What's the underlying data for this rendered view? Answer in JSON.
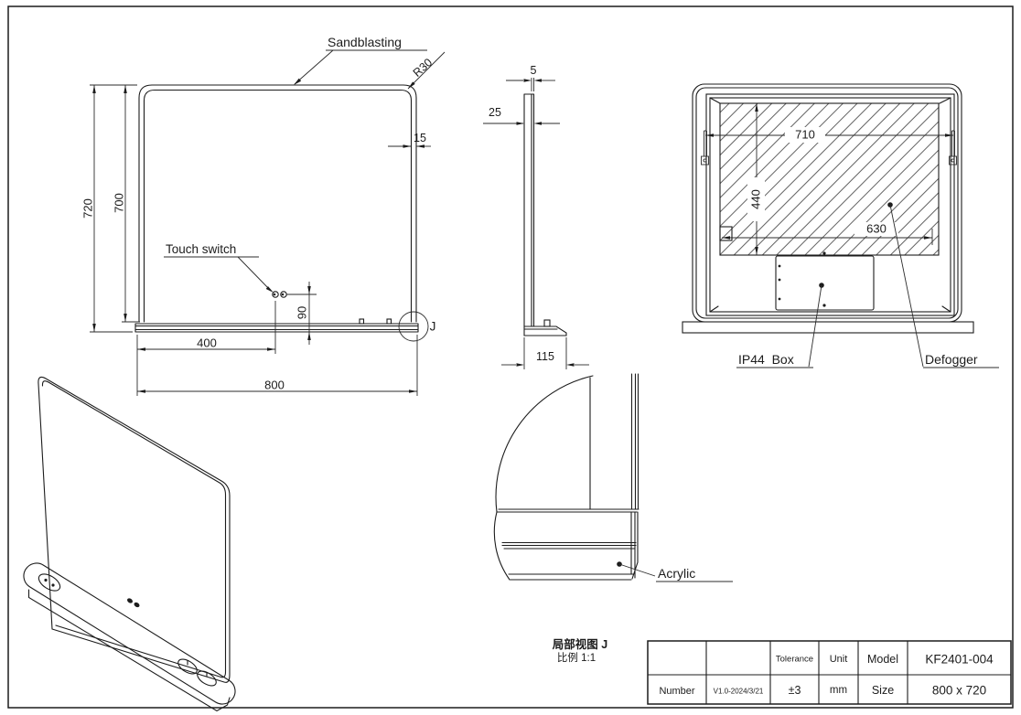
{
  "front_view": {
    "sandblasting_label": "Sandblasting",
    "radius_label": "R30",
    "border_dim": "15",
    "height_overall_dim": "720",
    "height_mirror_dim": "700",
    "touch_switch_label": "Touch switch",
    "switch_height_dim": "90",
    "switch_offset_dim": "400",
    "width_dim": "800",
    "detail_marker": "J"
  },
  "side_view": {
    "glass_thickness_dim": "5",
    "depth_dim": "25",
    "base_depth_dim": "115"
  },
  "back_view": {
    "width_top_dim": "710",
    "height_dim": "440",
    "width_bottom_dim": "630",
    "ip44_label": "IP44  Box",
    "defogger_label": "Defogger"
  },
  "detail_view": {
    "title": "局部视图 J",
    "scale": "比例 1:1",
    "acrylic_label": "Acrylic"
  },
  "title_block": {
    "tolerance_header": "Tolerance",
    "unit_header": "Unit",
    "model_header": "Model",
    "model_value": "KF2401-004",
    "number_header": "Number",
    "version": "V1.0-2024/3/21",
    "tolerance_value": "±3",
    "unit_value": "mm",
    "size_header": "Size",
    "size_value": "800 x 720"
  }
}
